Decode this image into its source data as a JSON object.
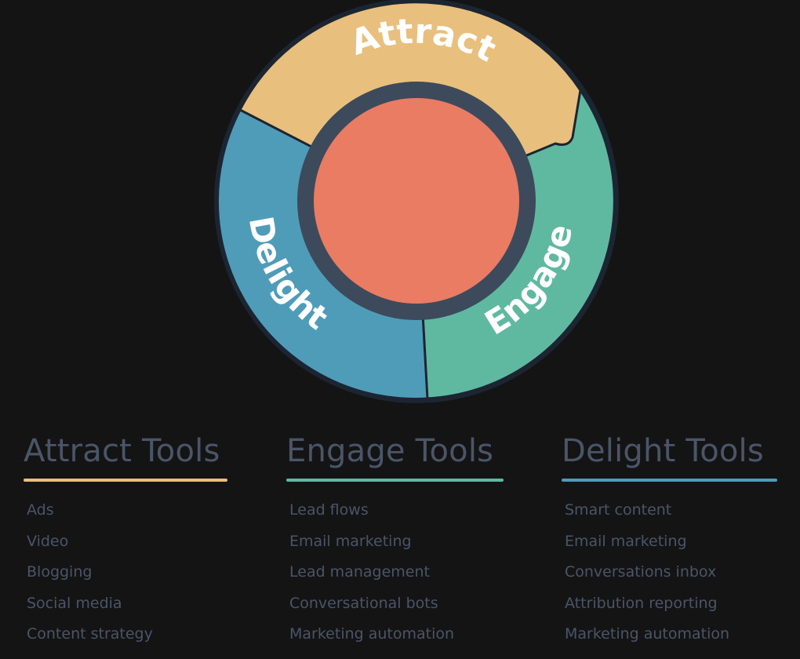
{
  "diagram": {
    "segments": [
      {
        "id": "attract",
        "label": "Attract",
        "color": "#e9bf7d"
      },
      {
        "id": "engage",
        "label": "Engage",
        "color": "#5fb9a0"
      },
      {
        "id": "delight",
        "label": "Delight",
        "color": "#4f9cb9"
      }
    ],
    "hub_color": "#e97c63",
    "ring_color": "#3d4a5c",
    "outline_color": "#1c2532"
  },
  "columns": [
    {
      "title": "Attract Tools",
      "accent": "#e9bf7d",
      "items": [
        "Ads",
        "Video",
        "Blogging",
        "Social media",
        "Content strategy"
      ]
    },
    {
      "title": "Engage Tools",
      "accent": "#5fb9a0",
      "items": [
        "Lead flows",
        "Email marketing",
        "Lead management",
        "Conversational bots",
        "Marketing automation"
      ]
    },
    {
      "title": "Delight Tools",
      "accent": "#4f9cb9",
      "items": [
        "Smart content",
        "Email marketing",
        "Conversations inbox",
        "Attribution reporting",
        "Marketing automation"
      ]
    }
  ]
}
